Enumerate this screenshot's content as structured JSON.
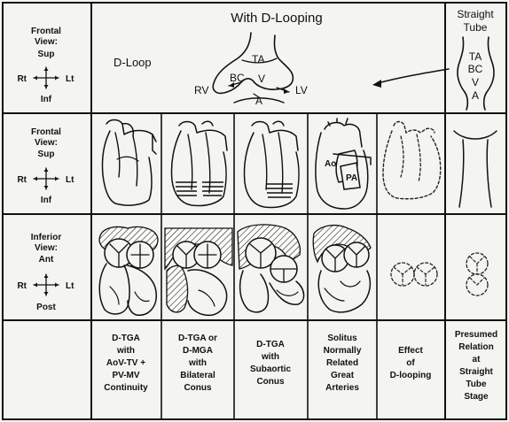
{
  "header": {
    "title": "With D-Looping",
    "d_loop_label": "D-Loop",
    "straight_tube_title_1": "Straight",
    "straight_tube_title_2": "Tube",
    "loop_labels": {
      "ta": "TA",
      "bc": "BC",
      "v": "V",
      "rv": "RV",
      "lv": "LV",
      "a": "A"
    },
    "tube_labels": {
      "ta": "TA",
      "bc": "BC",
      "v": "V",
      "a": "A"
    }
  },
  "orientation_keys": [
    {
      "line1": "Frontal",
      "line2": "View:",
      "top": "Sup",
      "bottom": "Inf",
      "left": "Rt",
      "right": "Lt"
    },
    {
      "line1": "Frontal",
      "line2": "View:",
      "top": "Sup",
      "bottom": "Inf",
      "left": "Rt",
      "right": "Lt"
    },
    {
      "line1": "Inferior",
      "line2": "View:",
      "top": "Ant",
      "bottom": "Post",
      "left": "Rt",
      "right": "Lt"
    }
  ],
  "heart_labels": {
    "ao": "Ao",
    "pa": "PA"
  },
  "captions": [
    [
      "D-TGA",
      "with",
      "AoV-TV +",
      "PV-MV",
      "Continuity"
    ],
    [
      "D-TGA or",
      "D-MGA",
      "with",
      "Bilateral",
      "Conus"
    ],
    [
      "D-TGA",
      "with",
      "Subaortic",
      "Conus"
    ],
    [
      "Solitus",
      "Normally",
      "Related",
      "Great",
      "Arteries"
    ],
    [
      "Effect",
      "of",
      "D-looping"
    ],
    [
      "Presumed",
      "Relation",
      "at",
      "Straight",
      "Tube",
      "Stage"
    ]
  ]
}
